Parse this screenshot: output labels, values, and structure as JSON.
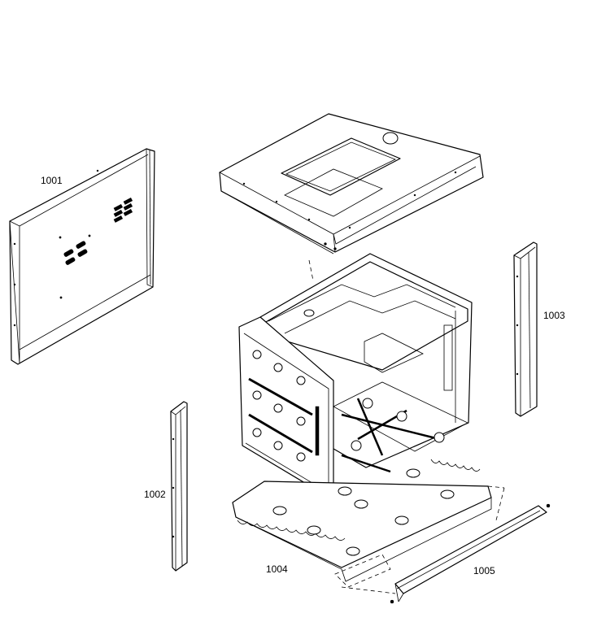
{
  "parts": [
    {
      "id": "1001",
      "name": "side panel (left)"
    },
    {
      "id": "1002",
      "name": "front trim strip (left)"
    },
    {
      "id": "1003",
      "name": "front trim strip (right)"
    },
    {
      "id": "1004",
      "name": "bottom panel"
    },
    {
      "id": "1005",
      "name": "front bottom rail"
    }
  ],
  "callouts": {
    "c1001": "1001",
    "c1002": "1002",
    "c1003": "1003",
    "c1004": "1004",
    "c1005": "1005"
  }
}
